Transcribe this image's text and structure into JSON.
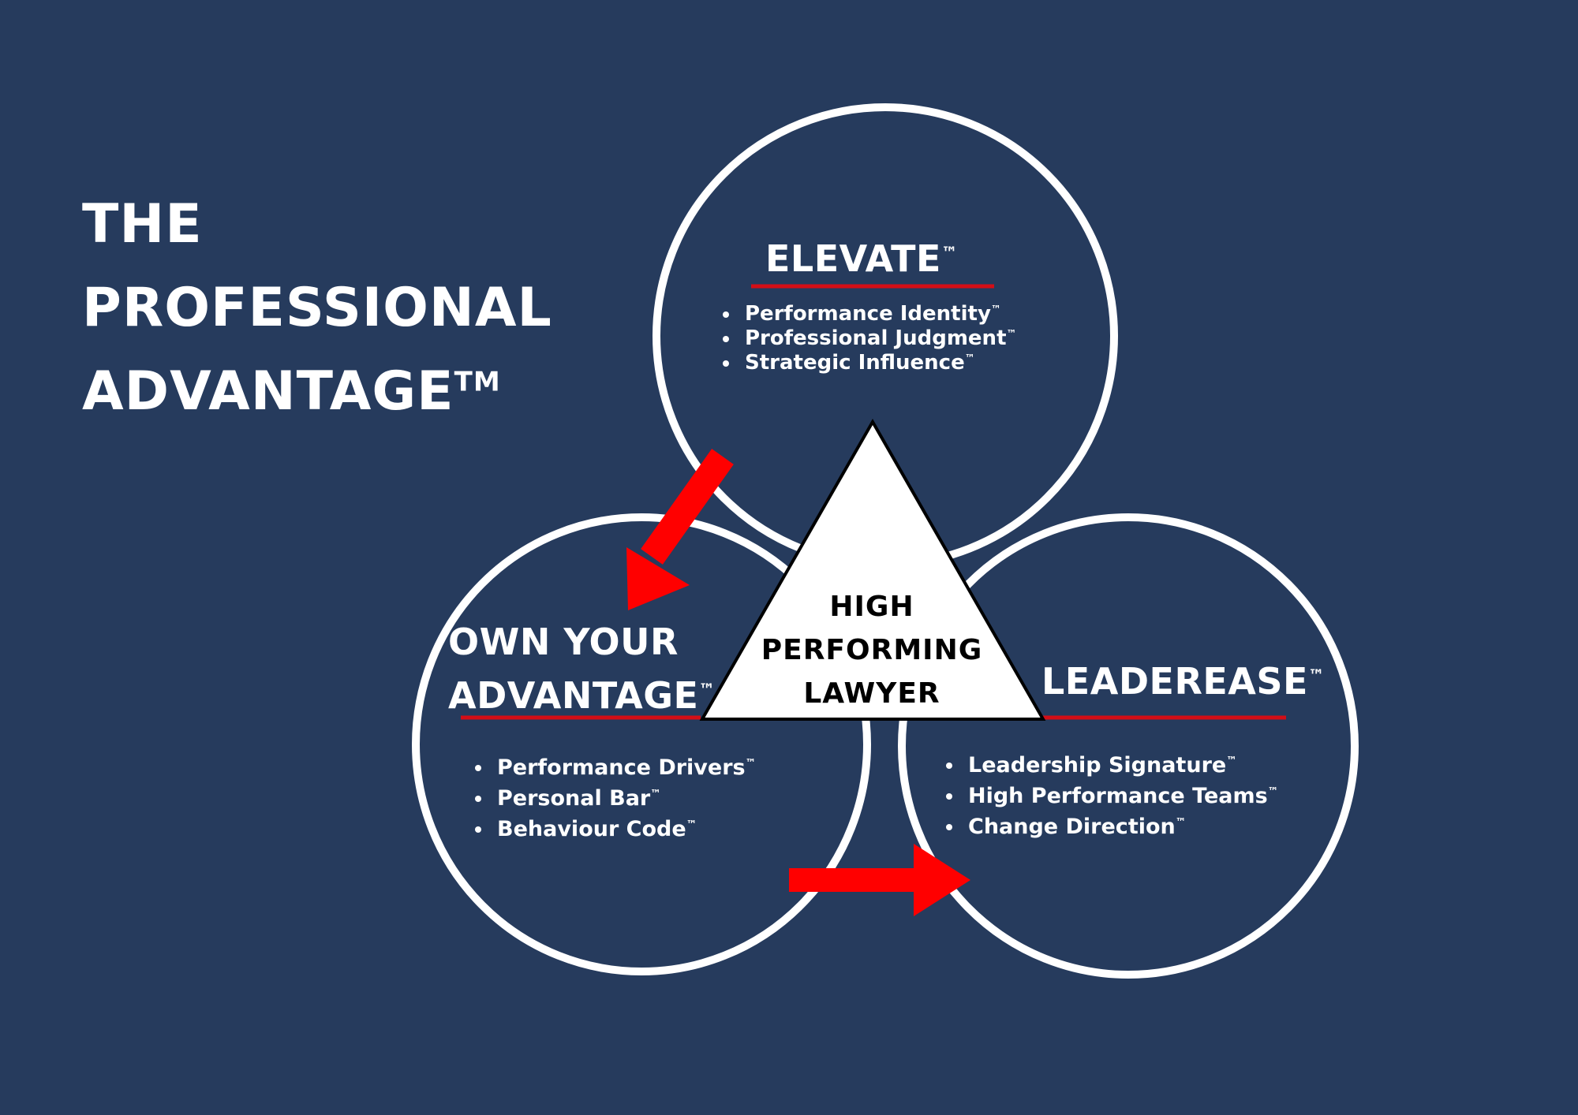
{
  "title": {
    "lines": [
      "THE",
      "PROFESSIONAL",
      "ADVANTAGE"
    ],
    "trademark": "TM"
  },
  "center": {
    "lines": [
      "HIGH",
      "PERFORMING",
      "LAWYER"
    ]
  },
  "nodes": {
    "elevate": {
      "heading": "ELEVATE",
      "tm": "™",
      "items": [
        "Performance Identity",
        "Professional Judgment",
        "Strategic Influence"
      ],
      "item_tm": "™"
    },
    "own_your_advantage": {
      "heading_lines": [
        "OWN YOUR",
        "ADVANTAGE"
      ],
      "tm": "™",
      "items": [
        "Performance Drivers",
        "Personal Bar",
        "Behaviour Code"
      ],
      "item_tm": "™"
    },
    "leaderease": {
      "heading": "LEADEREASE",
      "tm": "™",
      "items": [
        "Leadership Signature",
        "High Performance Teams",
        "Change Direction"
      ],
      "item_tm": "™"
    }
  },
  "colors": {
    "background": "#263b5d",
    "circle_stroke": "#ffffff",
    "accent_red": "#d40e16",
    "arrow_red": "#ff0000",
    "triangle_fill": "#ffffff",
    "triangle_stroke": "#000000"
  }
}
